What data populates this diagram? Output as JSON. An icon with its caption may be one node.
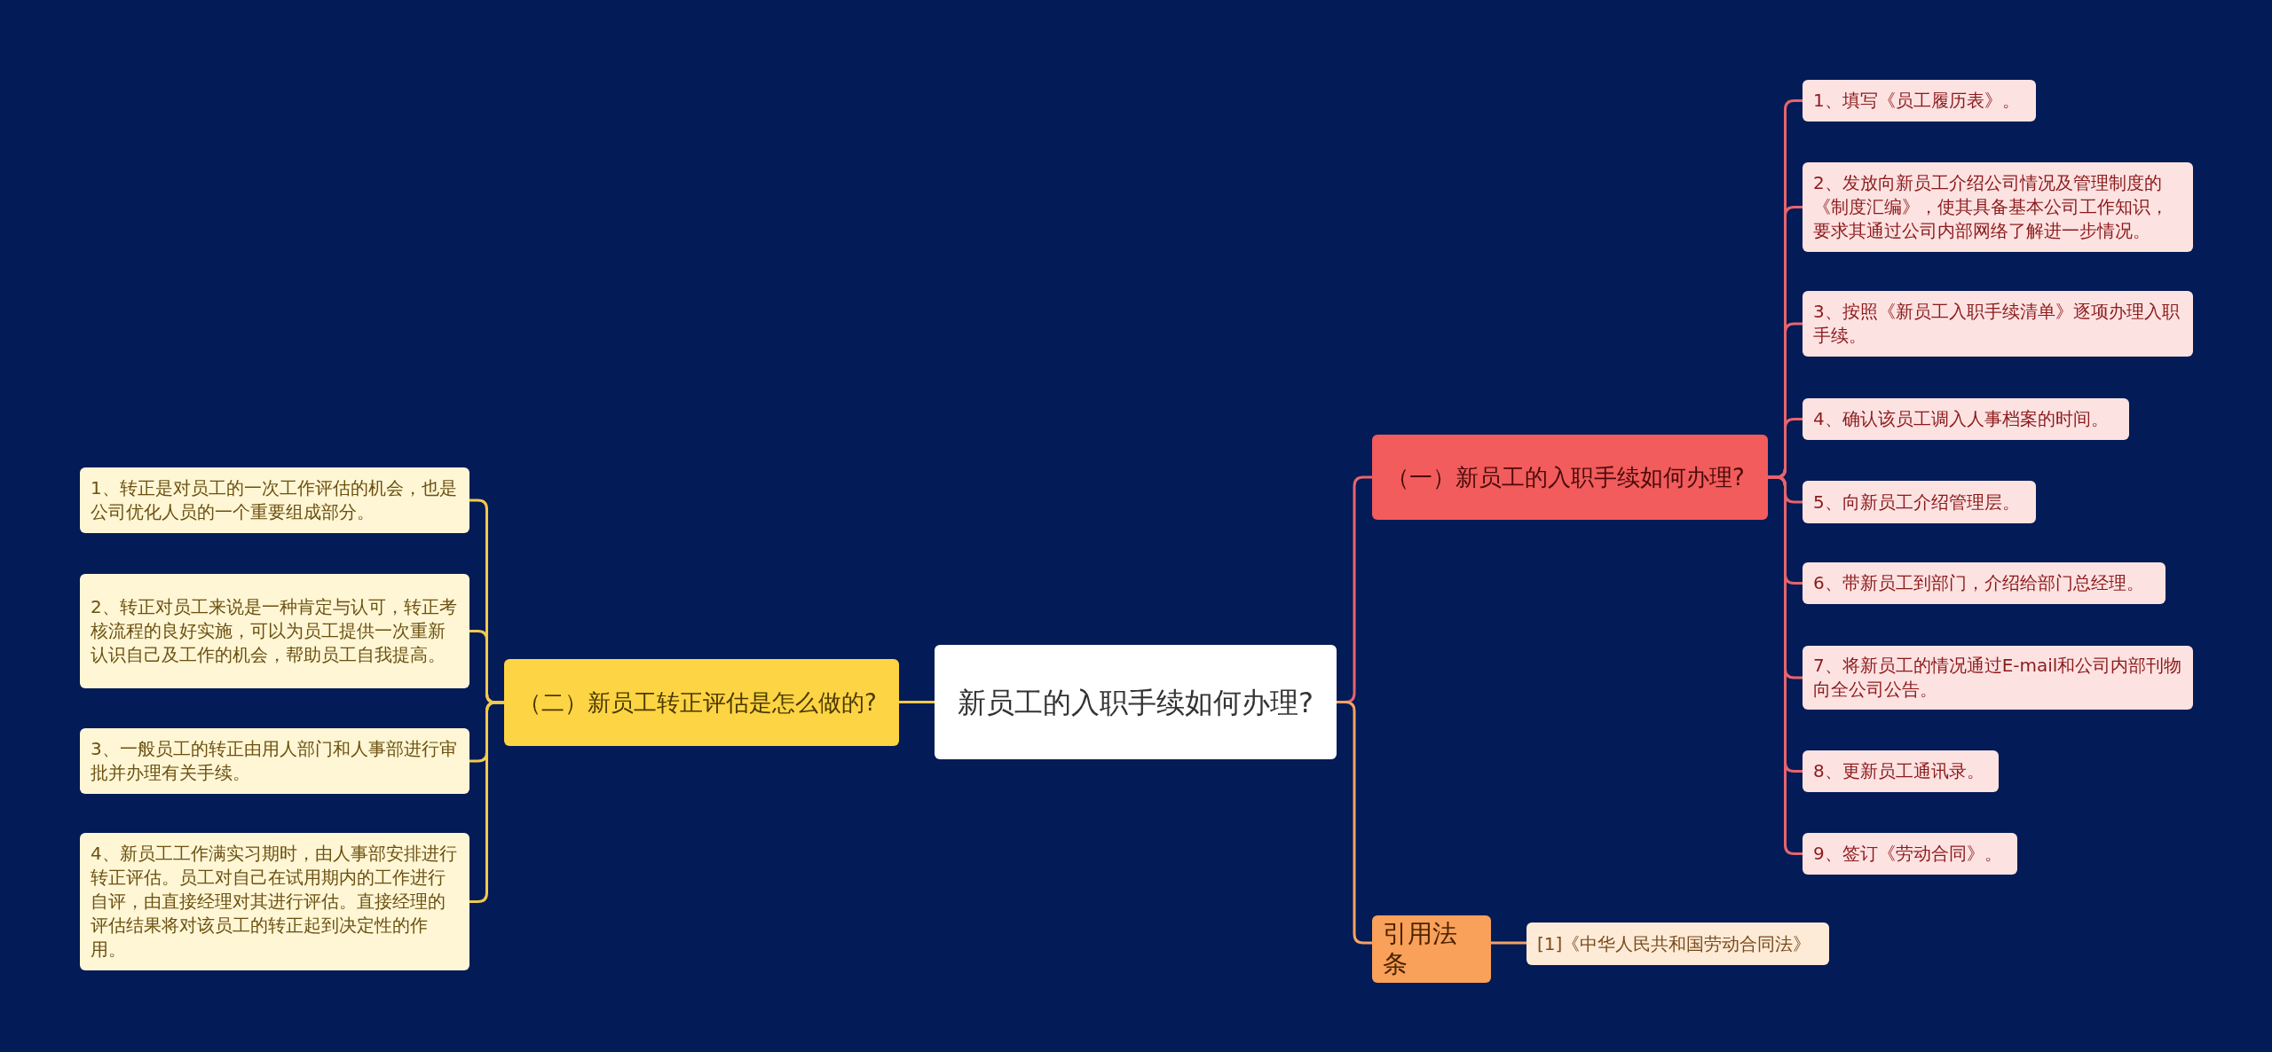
{
  "diagram": {
    "nodes": [
      {
        "text": [
          "新员工的入职手续如何办理?"
        ]
      },
      {
        "text": [
          "（一）新员工的入职手续如何办理?"
        ]
      },
      {
        "text": [
          "1、填写《员工履历表》。"
        ]
      },
      {
        "text": [
          "2、发放向新员工介绍公司情况及管理制度的《制度汇编》，使其具备基本公司工作知识，要求其通过公司内部网络了解进一步情况。"
        ]
      },
      {
        "text": [
          "3、按照《新员工入职手续清单》逐项办理入职手续。"
        ]
      },
      {
        "text": [
          "4、确认该员工调入人事档案的时间。"
        ]
      },
      {
        "text": [
          "5、向新员工介绍管理层。"
        ]
      },
      {
        "text": [
          "6、带新员工到部门，介绍给部门总经理。"
        ]
      },
      {
        "text": [
          "7、将新员工的情况通过E-mail和公司内部刊物向全公司公告。"
        ]
      },
      {
        "text": [
          "8、更新员工通讯录。"
        ]
      },
      {
        "text": [
          "9、签订《劳动合同》。"
        ]
      },
      {
        "text": [
          "引用法条"
        ]
      },
      {
        "text": [
          "[1]《中华人民共和国劳动合同法》"
        ]
      },
      {
        "text": [
          "（二）新员工转正评估是怎么做的?"
        ]
      },
      {
        "text": [
          "1、转正是对员工的一次工作评估的机会，也是公司优化人员的一个重要组成部分。"
        ]
      },
      {
        "text": [
          "2、转正对员工来说是一种肯定与认可，转正考核流程的良好实施，可以为员工提供一次重新认识自己及工作的机会，帮助员工自我提高。"
        ]
      },
      {
        "text": [
          "3、一般员工的转正由用人部门和人事部进行审批并办理有关手续。"
        ]
      },
      {
        "text": [
          "4、新员工工作满实习期时，由人事部安排进行转正评估。员工对自己在试用期内的工作进行自评，由直接经理对其进行评估。直接经理的评估结果将对该员工的转正起到决定性的作用。"
        ]
      }
    ],
    "edges": [
      {
        "from": 0,
        "to": 1,
        "arrow": "none"
      },
      {
        "from": 1,
        "to": 2,
        "arrow": "none"
      },
      {
        "from": 1,
        "to": 3,
        "arrow": "none"
      },
      {
        "from": 1,
        "to": 4,
        "arrow": "none"
      },
      {
        "from": 1,
        "to": 5,
        "arrow": "none"
      },
      {
        "from": 1,
        "to": 6,
        "arrow": "none"
      },
      {
        "from": 1,
        "to": 7,
        "arrow": "none"
      },
      {
        "from": 1,
        "to": 8,
        "arrow": "none"
      },
      {
        "from": 1,
        "to": 9,
        "arrow": "none"
      },
      {
        "from": 1,
        "to": 10,
        "arrow": "none"
      },
      {
        "from": 0,
        "to": 11,
        "arrow": "none",
        "color": "#f5a262"
      },
      {
        "from": 11,
        "to": 12,
        "arrow": "none",
        "color": "#f5a262"
      },
      {
        "from": 0,
        "to": 13,
        "arrow": "none",
        "color": "#f2c94c"
      },
      {
        "from": 13,
        "to": 14,
        "arrow": "none",
        "color": "#f2c94c"
      },
      {
        "from": 13,
        "to": 15,
        "arrow": "none",
        "color": "#f2c94c"
      },
      {
        "from": 13,
        "to": 16,
        "arrow": "none",
        "color": "#f2c94c"
      },
      {
        "from": 13,
        "to": 17,
        "arrow": "none",
        "color": "#f2c94c"
      }
    ]
  }
}
